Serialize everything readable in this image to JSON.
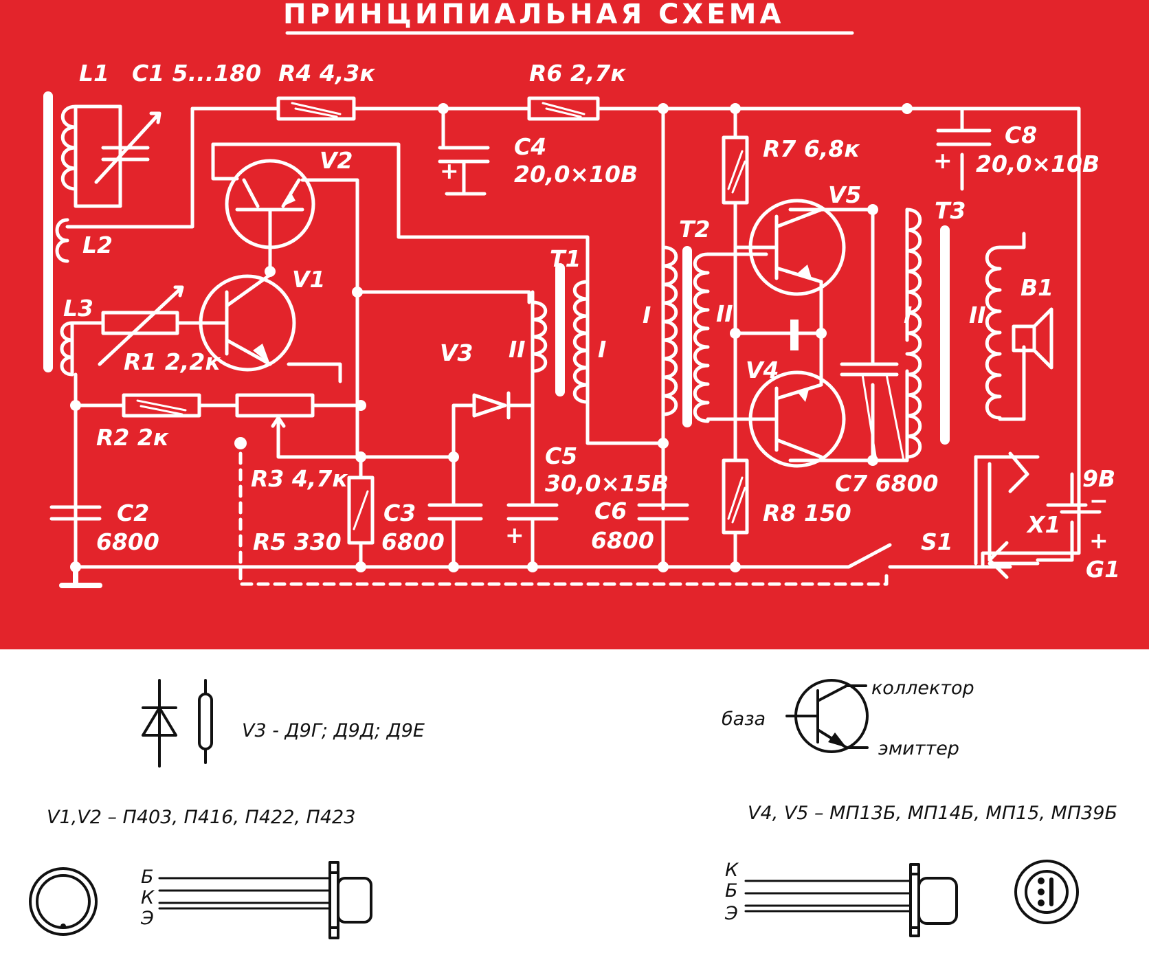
{
  "title": "ПРИНЦИПИАЛЬНАЯ СХЕМА",
  "colors": {
    "panel": "#e3242b",
    "lines": "#ffffff",
    "ink": "#111111"
  },
  "components": {
    "l1": "L1",
    "c1": "C1 5...180",
    "r4": "R4 4,3к",
    "r6": "R6 2,7к",
    "c4_name": "C4",
    "c4_value": "20,0×10В",
    "c4_polarity": "+",
    "v2": "V2",
    "l2": "L2",
    "l3": "L3",
    "v1": "V1",
    "r1": "R1 2,2к",
    "r2": "R2 2к",
    "r3": "R3 4,7к",
    "c2_name": "C2",
    "c2_value": "6800",
    "r5": "R5 330",
    "c3_name": "C3",
    "c3_value": "6800",
    "v3": "V3",
    "t1": "T1",
    "t1_w1": "I",
    "t1_w2": "II",
    "c5_name": "C5",
    "c5_value": "30,0×15В",
    "c5_polarity": "+",
    "c6_name": "C6",
    "c6_value": "6800",
    "t2": "T2",
    "t2_w1": "I",
    "t2_w2": "II",
    "r7": "R7 6,8к",
    "v5": "V5",
    "v4": "V4",
    "r8": "R8 150",
    "c7": "C7 6800",
    "c8_name": "C8",
    "c8_value": "20,0×10В",
    "c8_polarity": "+",
    "t3": "T3",
    "t3_w1": "I",
    "t3_w2": "II",
    "b1": "B1",
    "s1": "S1",
    "x1": "X1",
    "battery_voltage": "9В",
    "battery_minus": "−",
    "battery_plus": "+",
    "g1": "G1"
  },
  "legend": {
    "diode": "V3 - Д9Г; Д9Д; Д9Е",
    "base": "база",
    "collector": "коллектор",
    "emitter": "эмиттер",
    "v1v2": "V1,V2 – П403, П416, П422, П423",
    "v4v5": "V4, V5 – МП13Б, МП14Б, МП15, МП39Б",
    "pins_left": [
      "Б",
      "К",
      "Э"
    ],
    "pins_right": [
      "К",
      "Б",
      "Э"
    ]
  }
}
